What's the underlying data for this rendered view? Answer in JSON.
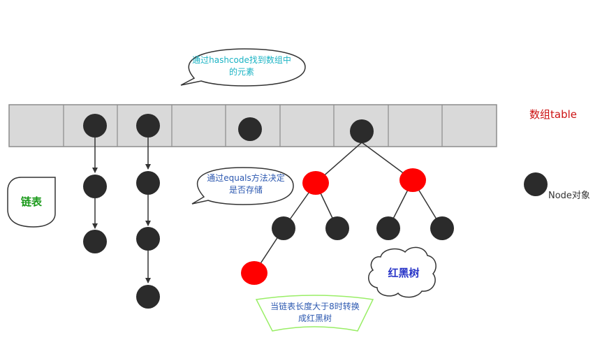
{
  "callouts": {
    "hash_find_line1": "通过hashcode找到数组中",
    "hash_find_line2": "的元素",
    "equals_line1": "通过equals方法决定",
    "equals_line2": "是否存储",
    "treeify_line1": "当链表长度大于8时转换",
    "treeify_line2": "成红黑树"
  },
  "labels": {
    "array_table": "数组table",
    "node_object": "Node对象",
    "linked_list": "链表",
    "red_black_tree": "红黑树"
  },
  "colors": {
    "array_fill": "#d9d9d9",
    "array_border": "#8c8c8c",
    "node_black": "#2b2b2b",
    "node_red": "#ff0000",
    "callout_border": "#333333",
    "treeify_border": "#99ee66",
    "table_label": "#cc1111",
    "list_label": "#1b9a1b",
    "tree_label": "#2a36c8"
  }
}
